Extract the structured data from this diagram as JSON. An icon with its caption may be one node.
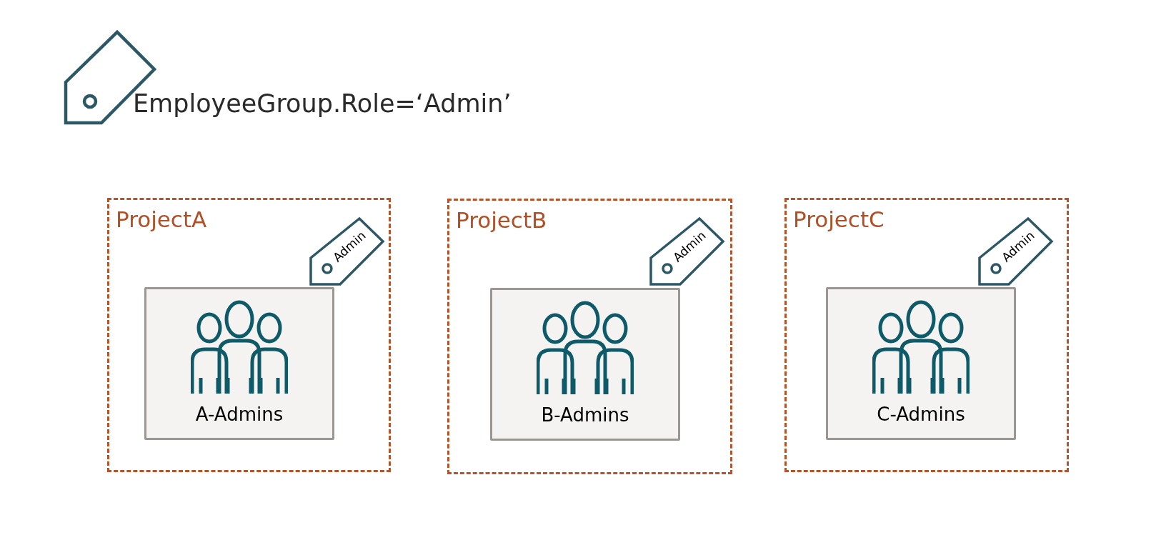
{
  "diagram": {
    "nodes": [
      {
        "text": [
          "EmployeeGroup.Role=‘Admin’"
        ]
      },
      {
        "text": [
          "ProjectA"
        ]
      },
      {
        "text": [
          "Admin"
        ],
        "in": 1
      },
      {
        "text": [
          "A-Admins"
        ],
        "in": 1
      },
      {
        "text": [
          "ProjectB"
        ]
      },
      {
        "text": [
          "Admin"
        ],
        "in": 4
      },
      {
        "text": [
          "B-Admins"
        ],
        "in": 4
      },
      {
        "text": [
          "ProjectC"
        ]
      },
      {
        "text": [
          "Admin"
        ],
        "in": 7
      },
      {
        "text": [
          "C-Admins"
        ],
        "in": 7
      }
    ]
  }
}
